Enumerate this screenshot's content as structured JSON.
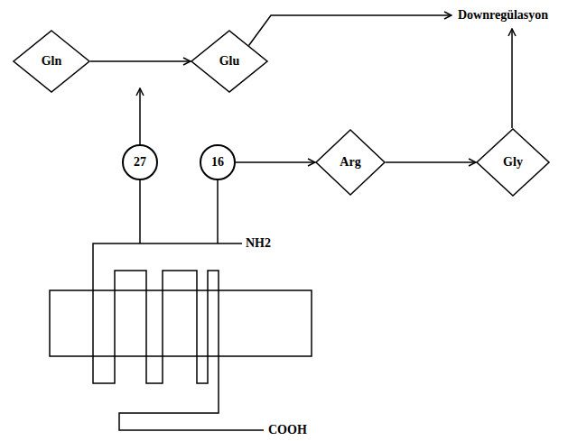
{
  "diagram": {
    "nodes": [
      {
        "text": [
          "Gln"
        ]
      },
      {
        "text": [
          "Glu"
        ]
      },
      {
        "text": [
          "27"
        ]
      },
      {
        "text": [
          "16"
        ]
      },
      {
        "text": [
          "Arg"
        ]
      },
      {
        "text": [
          "Gly"
        ]
      }
    ],
    "edges": [
      {
        "from": 0,
        "to": 1,
        "arrow": "to"
      },
      {
        "from": 3,
        "to": 4,
        "arrow": "to"
      },
      {
        "from": 4,
        "to": 5,
        "arrow": "to"
      }
    ],
    "labels": [
      "Downregülasyon",
      "NH2",
      "COOH"
    ]
  }
}
